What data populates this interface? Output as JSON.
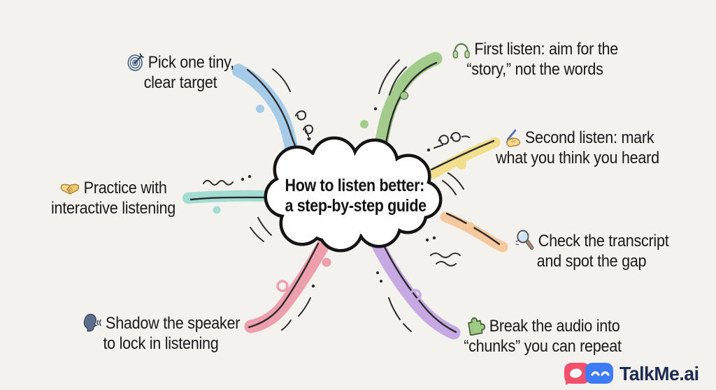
{
  "title": {
    "line1": "How to listen better:",
    "line2": "a step-by-step guide"
  },
  "items": [
    {
      "id": "pick-target",
      "icon": "target-icon",
      "branch_color": "#a5cbe9",
      "lines": [
        "Pick one tiny,",
        "clear target"
      ]
    },
    {
      "id": "first-listen",
      "icon": "headphones-icon",
      "branch_color": "#a3cb8b",
      "lines": [
        "First listen: aim for the",
        "“story,” not the words"
      ]
    },
    {
      "id": "second-listen",
      "icon": "writing-hand-icon",
      "branch_color": "#f2df8e",
      "lines": [
        "Second listen: mark",
        "what you think you heard"
      ]
    },
    {
      "id": "practice",
      "icon": "handshake-icon",
      "branch_color": "#a2dcd2",
      "lines": [
        "Practice with",
        "interactive listening"
      ]
    },
    {
      "id": "check-transcript",
      "icon": "magnifier-icon",
      "branch_color": "#f6c89e",
      "lines": [
        "Check the transcript",
        "and spot the gap"
      ]
    },
    {
      "id": "shadow-speaker",
      "icon": "speaking-head-icon",
      "branch_color": "#ee9fad",
      "lines": [
        "Shadow the speaker",
        "to lock in listening"
      ]
    },
    {
      "id": "chunk-audio",
      "icon": "puzzle-icon",
      "branch_color": "#c6a9e3",
      "lines": [
        "Break the audio into",
        "“chunks” you can repeat"
      ]
    }
  ],
  "footer": {
    "brand": "TalkMe.ai",
    "brand_pink": "#f2506b",
    "brand_blue": "#3d7bf7",
    "brand_text_color": "#1d2b50"
  },
  "palette": {
    "background": "#f4f2ee",
    "ink": "#2b2b2b",
    "cloud_outline": "#141414"
  }
}
